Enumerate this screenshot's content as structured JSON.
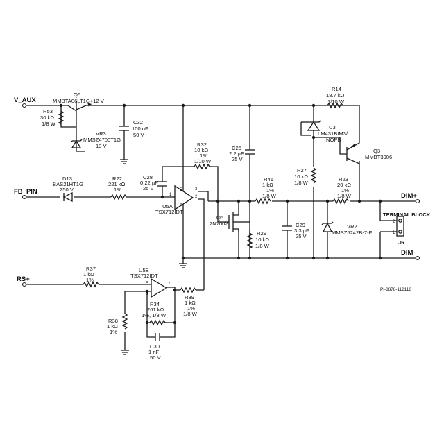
{
  "nets": {
    "v_aux": "V_AUX",
    "fb_pin": "FB_PIN",
    "rs_plus": "RS+",
    "dim_plus": "DIM+",
    "dim_minus": "DIM-"
  },
  "components": {
    "q6": {
      "ref": "Q6",
      "value": "MMBTA06LT1G+12 V"
    },
    "r53": {
      "ref": "R53",
      "v1": "30 kΩ",
      "v2": "1/8 W"
    },
    "vr3": {
      "ref": "VR3",
      "v1": "MMSZ4700T1G",
      "v2": "13 V"
    },
    "c32": {
      "ref": "C32",
      "v1": "100 nF",
      "v2": "50 V"
    },
    "r14": {
      "ref": "R14",
      "v1": "18.7 kΩ",
      "v2": "1/10 W"
    },
    "u3": {
      "ref": "U3",
      "v1": "LM431BIM3/",
      "v2": "NOPB"
    },
    "q3": {
      "ref": "Q3",
      "value": "MMBT3906"
    },
    "c25": {
      "ref": "C25",
      "v1": "2.2 µF",
      "v2": "25 V"
    },
    "r32": {
      "ref": "R32",
      "v1": "10 kΩ",
      "v2": "1%",
      "v3": "1/10 W"
    },
    "c28": {
      "ref": "C28",
      "v1": "0.22 µF",
      "v2": "25 V"
    },
    "d13": {
      "ref": "D13",
      "v1": "BAS21HT1G",
      "v2": "250 V"
    },
    "r22": {
      "ref": "R22",
      "v1": "221 kΩ",
      "v2": "1%"
    },
    "u5a": {
      "ref": "U5A",
      "v1": "TSX712IDT"
    },
    "r27": {
      "ref": "R27",
      "v1": "10 kΩ",
      "v2": "1/8 W"
    },
    "r41": {
      "ref": "R41",
      "v1": "1 kΩ",
      "v2": "1%",
      "v3": "1/8 W"
    },
    "r23": {
      "ref": "R23",
      "v1": "20 kΩ",
      "v2": "1%",
      "v3": "1/8 W"
    },
    "q5": {
      "ref": "Q5",
      "v1": "2N7002"
    },
    "r29": {
      "ref": "R29",
      "v1": "10 kΩ",
      "v2": "1/8 W"
    },
    "c29": {
      "ref": "C29",
      "v1": "3.3 µF",
      "v2": "25 V"
    },
    "vr2": {
      "ref": "VR2",
      "v1": "MMSZ5242B-7-F"
    },
    "j6": {
      "ref": "J6",
      "title": "TERMINAL BLOCK",
      "pin1": "1",
      "pin2": "2"
    },
    "r37": {
      "ref": "R37",
      "v1": "1 kΩ",
      "v2": "1%"
    },
    "u5b": {
      "ref": "U5B",
      "v1": "TSX712IDT"
    },
    "r34": {
      "ref": "R34",
      "v1": "261 kΩ",
      "v2": "1%, 1/8 W"
    },
    "r39": {
      "ref": "R39",
      "v1": "1 kΩ",
      "v2": "1%",
      "v3": "1/8 W"
    },
    "r38": {
      "ref": "R38",
      "v1": "1 kΩ",
      "v2": "1%"
    },
    "c30": {
      "ref": "C30",
      "v1": "1 nF",
      "v2": "50 V"
    }
  },
  "pins": {
    "u5a_p1": "1",
    "u5a_p2": "2",
    "u5a_p3": "3",
    "u5a_p4": "4",
    "u5a_p5": "5",
    "u5b_p5": "5",
    "u5b_p6": "6",
    "u5b_p7": "7"
  },
  "drawing_number": "PI-8878-112118"
}
